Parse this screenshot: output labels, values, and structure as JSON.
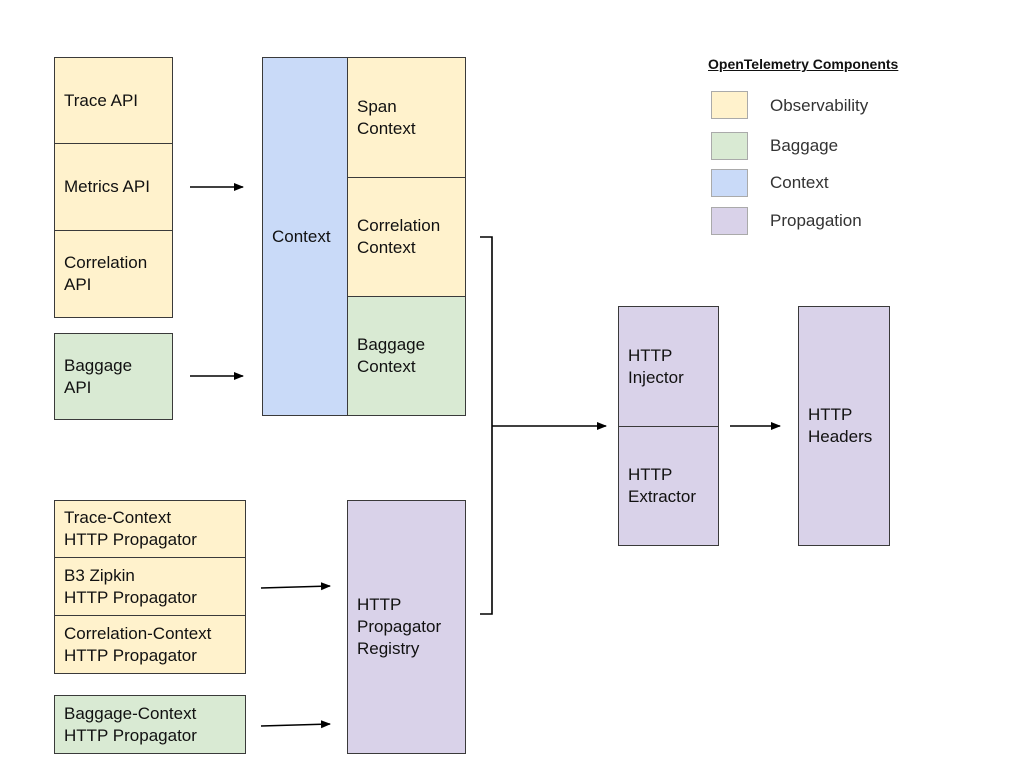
{
  "colors": {
    "observability": "#fff2cc",
    "baggage": "#d9ead3",
    "context": "#c9daf8",
    "propagation": "#d9d2e9",
    "border": "#3a3a3a",
    "connector": "#000000"
  },
  "api_boxes": {
    "trace_api": "Trace API",
    "metrics_api": "Metrics API",
    "correlation_api": "Correlation\nAPI",
    "baggage_api": "Baggage\nAPI"
  },
  "context_group": {
    "context": "Context",
    "span_context": "Span\nContext",
    "correlation_context": "Correlation\nContext",
    "baggage_context": "Baggage\nContext"
  },
  "propagators": {
    "trace_context": "Trace-Context\nHTTP Propagator",
    "b3_zipkin": "B3 Zipkin\nHTTP Propagator",
    "correlation_context": "Correlation-Context\nHTTP Propagator",
    "baggage_context": "Baggage-Context\nHTTP Propagator"
  },
  "registry": {
    "label": "HTTP\nPropagator\nRegistry"
  },
  "http": {
    "injector": "HTTP\nInjector",
    "extractor": "HTTP\nExtractor",
    "headers": "HTTP\nHeaders"
  },
  "legend": {
    "title": "OpenTelemetry Components",
    "items": [
      {
        "label": "Observability",
        "color": "#fff2cc"
      },
      {
        "label": "Baggage",
        "color": "#d9ead3"
      },
      {
        "label": "Context",
        "color": "#c9daf8"
      },
      {
        "label": "Propagation",
        "color": "#d9d2e9"
      }
    ]
  }
}
